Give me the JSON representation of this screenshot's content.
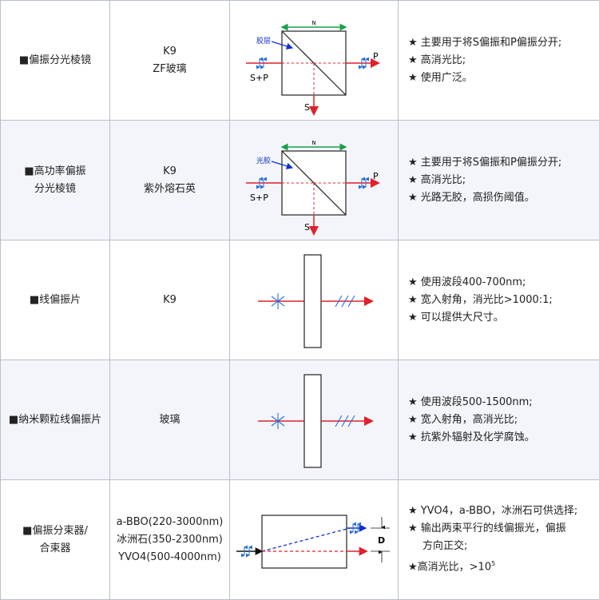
{
  "rows": [
    {
      "name_lines": [
        "■偏振分光棱镜"
      ],
      "material_lines": [
        "K9",
        "ZF玻璃"
      ],
      "diagram": {
        "dimension_label": "N",
        "layer_label": "胶层",
        "in_label": "S+P",
        "out_p_label": "P",
        "out_s_label": "S"
      },
      "features": [
        "★ 主要用于将S偏振和P偏振分开;",
        "★ 高消光比;",
        "★ 使用广泛。"
      ]
    },
    {
      "name_lines": [
        "■高功率偏振",
        "分光棱镜"
      ],
      "material_lines": [
        "K9",
        "紫外熔石英"
      ],
      "diagram": {
        "dimension_label": "N",
        "layer_label": "光胶",
        "in_label": "S+P",
        "out_p_label": "P",
        "out_s_label": "S"
      },
      "features": [
        "★ 主要用于将S偏振和P偏振分开;",
        "★ 高消光比;",
        "★ 光路无胶，高损伤阈值。"
      ]
    },
    {
      "name_lines": [
        "■线偏振片"
      ],
      "material_lines": [
        "K9"
      ],
      "features": [
        "★ 使用波段400-700nm;",
        "★ 宽入射角，消光比>1000:1;",
        "★ 可以提供大尺寸。"
      ]
    },
    {
      "name_lines": [
        "■纳米颗粒线偏振片"
      ],
      "material_lines": [
        "玻璃"
      ],
      "features": [
        "★ 使用波段500-1500nm;",
        "★ 宽入射角，高消光比;",
        "★ 抗紫外辐射及化学腐蚀。"
      ]
    },
    {
      "name_lines": [
        "■偏振分束器/",
        "合束器"
      ],
      "material_lines": [
        "a-BBO(220-3000nm)",
        "冰洲石(350-2300nm)",
        "YVO4(500-4000nm)"
      ],
      "diagram": {
        "d_label": "D"
      },
      "features": [
        "★ YVO4，a-BBO，冰洲石可供选择;",
        "★ 输出两束平行的线偏振光，偏振",
        "方向正交;",
        "★高消光比，>10",
        "5"
      ]
    }
  ],
  "colors": {
    "border": "#b8c0cc",
    "alt_row": "#f3f5fa",
    "beam": "#e0202a",
    "green": "#1aa04a",
    "blue": "#1030d0",
    "ext": "#2a6fd6"
  }
}
